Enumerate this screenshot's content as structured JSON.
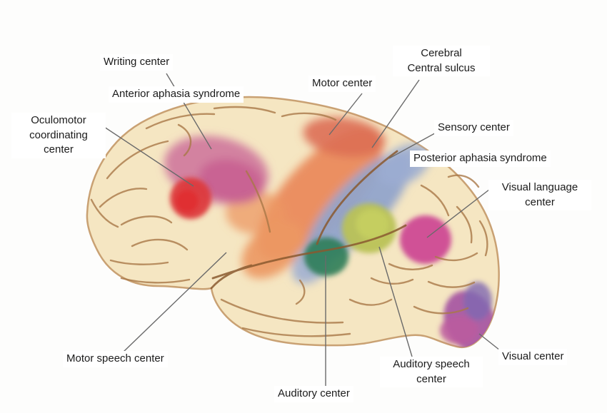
{
  "diagram": {
    "type": "labeled-anatomy-diagram",
    "subject": "Lateral view of human brain with functional centers highlighted"
  },
  "labels": {
    "writing": "Writing  center",
    "anterior_aphasia": "Anterior aphasia syndrome",
    "oculomotor": "Oculomotor\ncoordinating\ncenter",
    "motor": "Motor center",
    "central_sulcus": "Cerebral\nCentral sulcus",
    "sensory": "Sensory center",
    "posterior_aphasia": "Posterior aphasia syndrome",
    "visual_language": "Visual language\ncenter",
    "motor_speech": "Motor speech center",
    "auditory": "Auditory center",
    "auditory_speech": "Auditory speech\ncenter",
    "visual": "Visual center"
  },
  "palette": {
    "background": "#fdfdfc",
    "label_text": "#1b1b1b",
    "leader": "#6a6a6a",
    "brain_fill": "#f5e6c2",
    "brain_edge": "#c9a173",
    "sulcus": "#a97848",
    "sulcus_dark": "#8a5a30",
    "region_pink": "#d17c9e",
    "region_pink_core": "#c75f90",
    "region_red": "#dc3a3c",
    "region_red_core": "#e02f33",
    "region_orange": "#ea8a5c",
    "region_orange_top": "#dd6f55",
    "region_orange_light": "#ec9863",
    "region_blue": "#91a4cb",
    "region_blue_light": "#9badd2",
    "region_green": "#2e7d58",
    "region_yellowgreen": "#b9c257",
    "region_yellowgreen_core": "#c6cf60",
    "region_magenta": "#cd4a94",
    "region_purple": "#a85aa2",
    "region_violet": "#7f68b1",
    "region_purple_magenta": "#bb5a9e"
  }
}
